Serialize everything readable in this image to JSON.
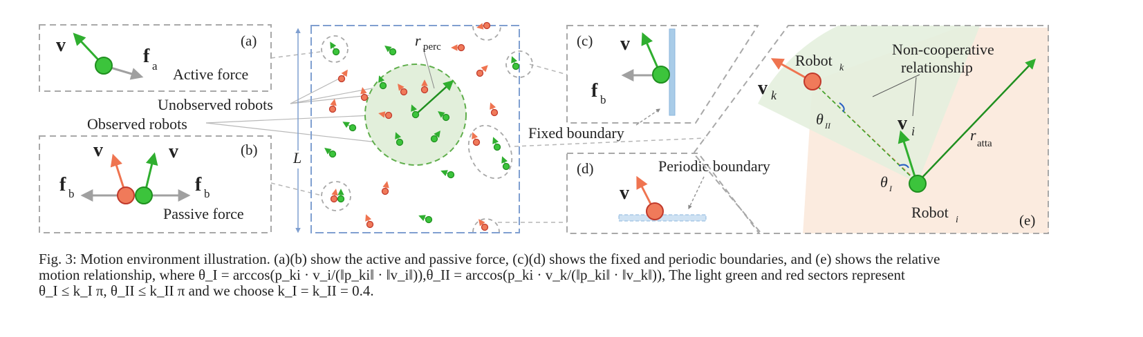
{
  "panel_a": {
    "tag": "(a)",
    "velocity_label": "v",
    "force_label": "f",
    "force_subscript": "a",
    "title": "Active force"
  },
  "panel_b": {
    "tag": "(b)",
    "velocity_left": "v",
    "velocity_right": "v",
    "force_left": "f",
    "force_left_subscript": "b",
    "force_right": "f",
    "force_right_subscript": "b",
    "title": "Passive force"
  },
  "callouts": {
    "unobserved": "Unobserved robots",
    "observed": "Observed robots"
  },
  "arena": {
    "size_label": "L",
    "radius_label": "r",
    "radius_subscript": "perc"
  },
  "panel_c": {
    "tag": "(c)",
    "velocity_label": "v",
    "force_label": "f",
    "force_subscript": "b",
    "title": "Fixed boundary"
  },
  "panel_d": {
    "tag": "(d)",
    "velocity_label": "v",
    "title": "Periodic boundary"
  },
  "panel_e": {
    "tag": "(e)",
    "robot_k": "Robot",
    "robot_k_sub": "k",
    "robot_i": "Robot",
    "robot_i_sub": "i",
    "v_k": "v",
    "v_k_sub": "k",
    "v_i": "v",
    "v_i_sub": "i",
    "theta_II": "θ",
    "theta_II_sub": "II",
    "theta_I": "θ",
    "theta_I_sub": "I",
    "r_atta": "r",
    "r_atta_sub": "atta",
    "noncoop_line1": "Non-cooperative",
    "noncoop_line2": "relationship"
  },
  "caption": {
    "line1": "Fig. 3: Motion environment illustration. (a)(b) show the active and passive force, (c)(d) shows the fixed and periodic boundaries, and (e) shows the relative",
    "line2": "motion relationship, where θ_I = arccos(p_ki · v_i/(‖p_ki‖ · ‖v_i‖)),θ_II = arccos(p_ki · v_k/(‖p_ki‖ · ‖v_k‖)), The light green and red sectors represent",
    "line3": "θ_I ≤ k_I π, θ_II ≤ k_II π and we choose k_I = k_II = 0.4."
  },
  "colors": {
    "green_robot": "#3cc43c",
    "red_robot": "#f07a5a",
    "green_arrow": "#2fae2f",
    "red_arrow": "#ef7450",
    "arena_border": "#7f9fd0",
    "dash_gray": "#a8a8a8",
    "sector_green": "#e4efde",
    "sector_red": "#fbe9dc"
  }
}
